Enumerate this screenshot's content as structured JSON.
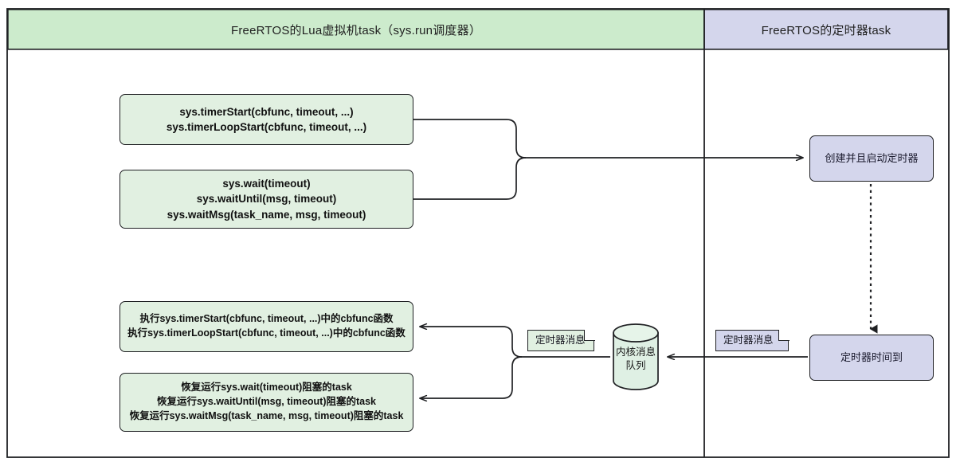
{
  "diagram": {
    "type": "swimlane-flowchart",
    "colors": {
      "lane_green_header": "#ccebcc",
      "lane_purple_header": "#d4d6ec",
      "node_green_fill": "#e1f0e1",
      "node_purple_fill": "#d4d6ec",
      "stroke": "#1f2023",
      "background": "#ffffff"
    },
    "lanes": [
      {
        "id": "lane-lua",
        "title": "FreeRTOS的Lua虚拟机task（sys.run调度器）"
      },
      {
        "id": "lane-timer",
        "title": "FreeRTOS的定时器task"
      }
    ],
    "nodes": [
      {
        "id": "node-timer-start",
        "lane": "lane-lua",
        "lines": [
          "sys.timerStart(cbfunc, timeout, ...)",
          "sys.timerLoopStart(cbfunc, timeout, ...)"
        ]
      },
      {
        "id": "node-wait",
        "lane": "lane-lua",
        "lines": [
          "sys.wait(timeout)",
          "sys.waitUntil(msg, timeout)",
          "sys.waitMsg(task_name, msg, timeout)"
        ]
      },
      {
        "id": "node-exec-cbfunc",
        "lane": "lane-lua",
        "lines": [
          "执行sys.timerStart(cbfunc, timeout, ...)中的cbfunc函数",
          "执行sys.timerLoopStart(cbfunc, timeout, ...)中的cbfunc函数"
        ]
      },
      {
        "id": "node-resume-task",
        "lane": "lane-lua",
        "lines": [
          "恢复运行sys.wait(timeout)阻塞的task",
          "恢复运行sys.waitUntil(msg, timeout)阻塞的task",
          "恢复运行sys.waitMsg(task_name, msg, timeout)阻塞的task"
        ]
      },
      {
        "id": "node-create-start-timer",
        "lane": "lane-timer",
        "lines": [
          "创建并且启动定时器"
        ]
      },
      {
        "id": "node-timer-expired",
        "lane": "lane-timer",
        "lines": [
          "定时器时间到"
        ]
      }
    ],
    "queue": {
      "id": "node-kernel-msg-queue",
      "shape": "cylinder",
      "lines": [
        "内核消息",
        "队列"
      ]
    },
    "notes": [
      {
        "id": "note-timer-msg-left",
        "label": "定时器消息",
        "color": "green"
      },
      {
        "id": "note-timer-msg-right",
        "label": "定时器消息",
        "color": "purple"
      }
    ],
    "edges": [
      {
        "id": "edge-calls-to-create-timer",
        "from": "node-timer-start,node-wait",
        "to": "node-create-start-timer",
        "style": "solid",
        "arrow": "end"
      },
      {
        "id": "edge-create-to-expired",
        "from": "node-create-start-timer",
        "to": "node-timer-expired",
        "style": "dotted",
        "arrow": "end"
      },
      {
        "id": "edge-expired-to-queue",
        "from": "node-timer-expired",
        "to": "node-kernel-msg-queue",
        "style": "solid",
        "arrow": "end"
      },
      {
        "id": "edge-queue-to-lua",
        "from": "node-kernel-msg-queue",
        "to": "node-exec-cbfunc,node-resume-task",
        "style": "solid",
        "arrow": "end"
      }
    ]
  }
}
